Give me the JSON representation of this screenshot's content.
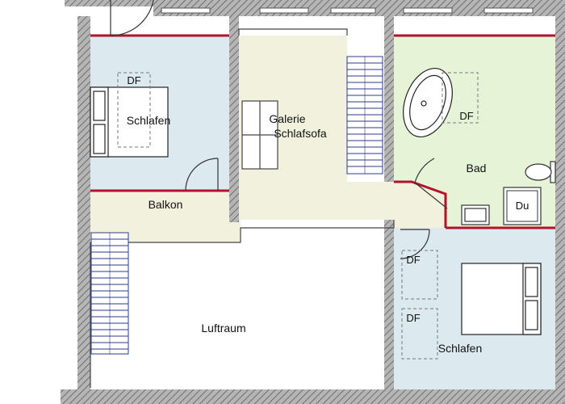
{
  "rooms": {
    "bedroom_left": "Schlafen",
    "gallery_line1": "Galerie",
    "gallery_line2": "Schlafsofa",
    "balcony": "Balkon",
    "void": "Luftraum",
    "bathroom": "Bad",
    "bedroom_right": "Schlafen"
  },
  "fixtures": {
    "shower": "Du",
    "skylight_bedroom_left": "DF",
    "skylight_bathroom": "DF",
    "skylight_right_upper": "DF",
    "skylight_right_lower": "DF"
  },
  "colors": {
    "wall_hatch": "#9a9a9a",
    "bedroom_fill": "#dce9ef",
    "gallery_fill": "#f1f1dd",
    "bathroom_fill": "#e5f4d6",
    "accent_red": "#b3122a",
    "stair_blue": "#2b3a8c"
  }
}
